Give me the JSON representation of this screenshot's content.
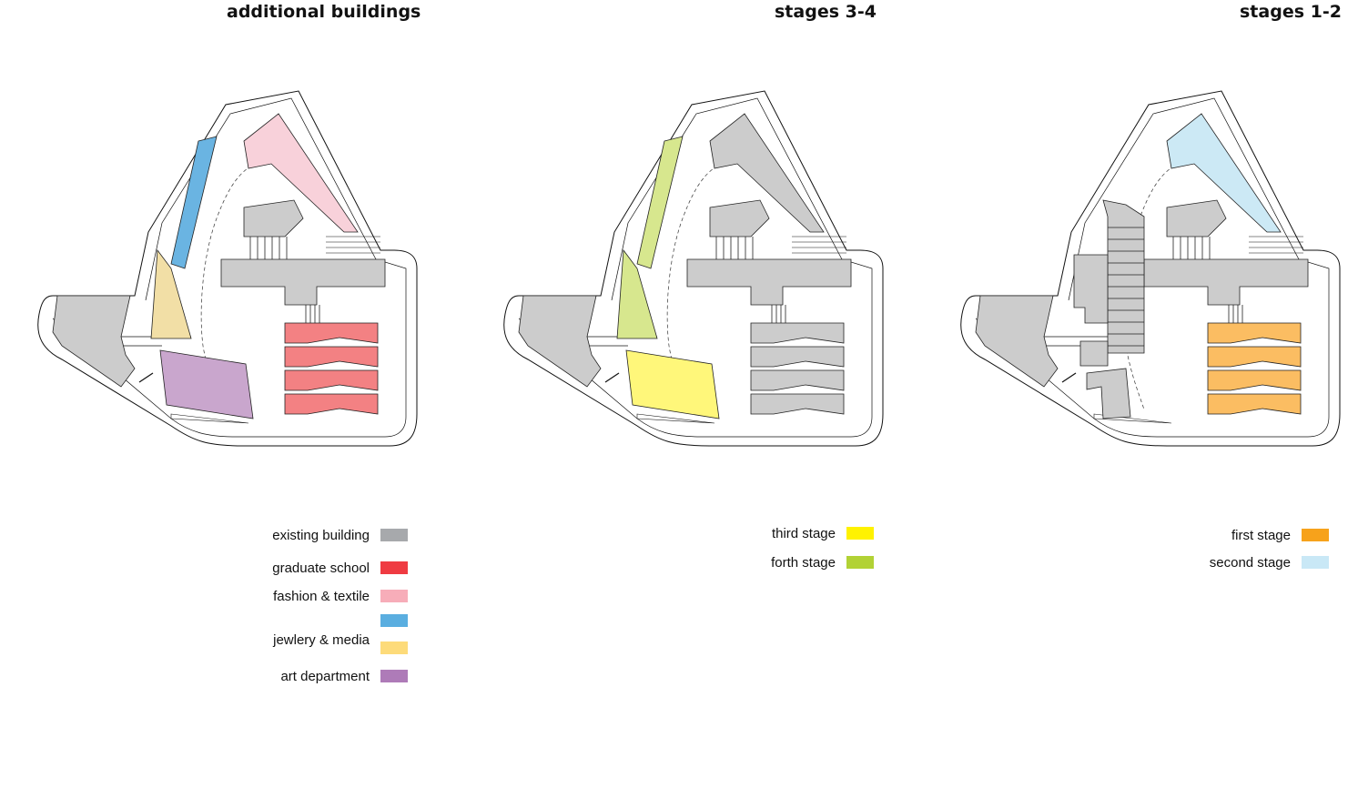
{
  "panels": [
    {
      "title": "additional buildings",
      "legend": [
        {
          "label": "existing building",
          "color": "#a7a9ac"
        },
        {
          "label": "graduate school",
          "color": "#ef3b42"
        },
        {
          "label": "fashion & textile",
          "color": "#f7adb9"
        },
        {
          "label": "",
          "color": "#5aaee0"
        },
        {
          "label": "jewlery & media",
          "color": "#fddb7a"
        },
        {
          "label": "",
          "color": "#ffffff"
        },
        {
          "label": "art department",
          "color": "#ae7bb8"
        }
      ]
    },
    {
      "title": "stages 3-4",
      "legend": [
        {
          "label": "third stage",
          "color": "#fff200"
        },
        {
          "label": "forth stage",
          "color": "#b2d235"
        }
      ]
    },
    {
      "title": "stages 1-2",
      "legend": [
        {
          "label": "first stage",
          "color": "#f7a21b"
        },
        {
          "label": "second stage",
          "color": "#c9e8f6"
        }
      ]
    }
  ],
  "plan_colors": {
    "existing": "#cccccc",
    "graduate": "#f38183",
    "fashion": "#f8d1da",
    "textile": "#6ab4e2",
    "jewlery": "#f2dfa6",
    "art": "#c9a6cd",
    "third": "#fff77a",
    "forth": "#d7e78e",
    "first": "#fbbd62",
    "second": "#cce9f5"
  }
}
